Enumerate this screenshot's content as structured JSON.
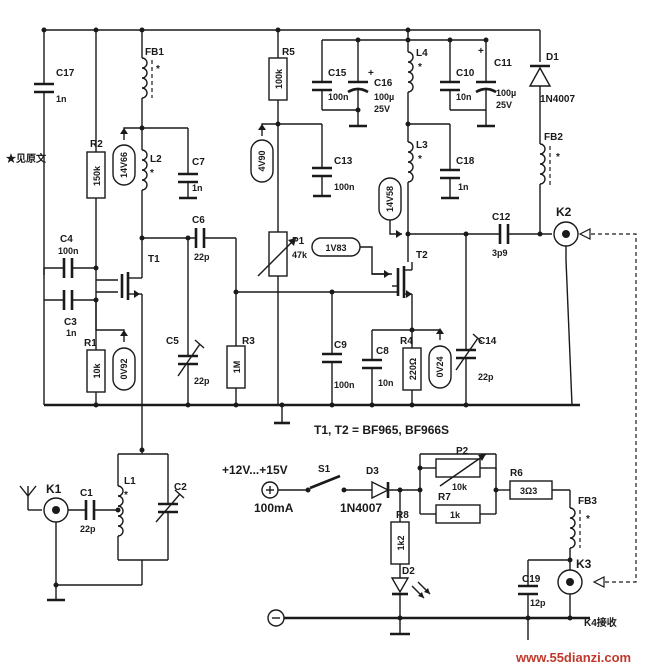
{
  "note": "★见原文",
  "caption": "T1, T2 = BF965, BF966S",
  "footer": "www.55dianzi.com",
  "supply": {
    "voltage": "+12V...+15V",
    "current": "100mA"
  },
  "components": {
    "C17": {
      "name": "C17",
      "value": "1n"
    },
    "FB1": {
      "name": "FB1"
    },
    "R2": {
      "name": "R2",
      "value": "150k"
    },
    "L2": {
      "name": "L2"
    },
    "V1": {
      "value": "14V66"
    },
    "C7": {
      "name": "C7",
      "value": "1n"
    },
    "C4": {
      "name": "C4",
      "value": "100n"
    },
    "C3": {
      "name": "C3",
      "value": "1n"
    },
    "T1": {
      "name": "T1"
    },
    "C6": {
      "name": "C6",
      "value": "22p"
    },
    "R1": {
      "name": "R1",
      "value": "10k"
    },
    "V2": {
      "value": "0V92"
    },
    "C5": {
      "name": "C5",
      "value": "22p"
    },
    "R3": {
      "name": "R3",
      "value": "1M"
    },
    "R5": {
      "name": "R5",
      "value": "100k"
    },
    "V3": {
      "value": "4V90"
    },
    "C13": {
      "name": "C13",
      "value": "100n"
    },
    "P1": {
      "name": "P1",
      "value": "47k"
    },
    "V4": {
      "value": "1V83"
    },
    "C15": {
      "name": "C15",
      "value": "100n"
    },
    "C16": {
      "name": "C16",
      "value": "100µ",
      "voltage": "25V"
    },
    "L4": {
      "name": "L4"
    },
    "L3": {
      "name": "L3"
    },
    "V5": {
      "value": "14V58"
    },
    "C10": {
      "name": "C10",
      "value": "10n"
    },
    "C11": {
      "name": "C11",
      "value": "100µ",
      "voltage": "25V"
    },
    "C18": {
      "name": "C18",
      "value": "1n"
    },
    "D1": {
      "name": "D1",
      "value": "1N4007"
    },
    "FB2": {
      "name": "FB2"
    },
    "C12": {
      "name": "C12",
      "value": "3p9"
    },
    "K2": {
      "name": "K2"
    },
    "T2": {
      "name": "T2"
    },
    "C9": {
      "name": "C9",
      "value": "100n"
    },
    "C8": {
      "name": "C8",
      "value": "10n"
    },
    "R4": {
      "name": "R4",
      "value": "220Ω"
    },
    "V6": {
      "value": "0V24"
    },
    "C14": {
      "name": "C14",
      "value": "22p"
    },
    "K1": {
      "name": "K1"
    },
    "C1": {
      "name": "C1",
      "value": "22p"
    },
    "L1": {
      "name": "L1"
    },
    "C2": {
      "name": "C2"
    },
    "S1": {
      "name": "S1"
    },
    "D3": {
      "name": "D3",
      "value": "1N4007"
    },
    "P2": {
      "name": "P2",
      "value": "10k"
    },
    "R7": {
      "name": "R7",
      "value": "1k"
    },
    "R6": {
      "name": "R6",
      "value": "3Ω3"
    },
    "FB3": {
      "name": "FB3"
    },
    "R8": {
      "name": "R8",
      "value": "1k2"
    },
    "D2": {
      "name": "D2"
    },
    "K3": {
      "name": "K3"
    },
    "C19": {
      "name": "C19",
      "value": "12p"
    },
    "K4": {
      "name": "K4接收"
    }
  }
}
